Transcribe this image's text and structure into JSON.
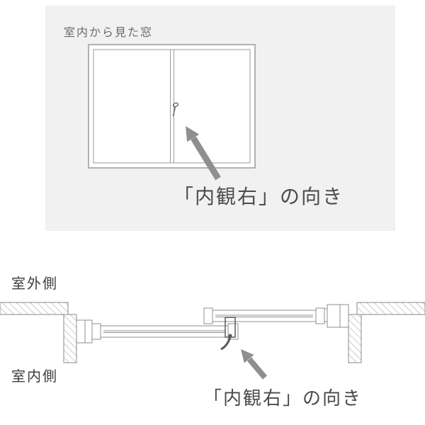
{
  "top_panel": {
    "caption": "室内から見た窓",
    "direction_label": "「内観右」の向き"
  },
  "section_view": {
    "outdoor_label": "室外側",
    "indoor_label": "室内側",
    "direction_label": "「内観右」の向き"
  },
  "icons": {
    "crescent_lock": "crescent-lock-icon",
    "direction_arrow": "direction-arrow-icon"
  },
  "colors": {
    "panel_bg": "#f1f1f1",
    "frame_line": "#9a9a9a",
    "detail_line": "#555555",
    "arrow": "#8f8f8f",
    "label_text": "#4a4a4a",
    "caption_text": "#6a6a6a"
  }
}
